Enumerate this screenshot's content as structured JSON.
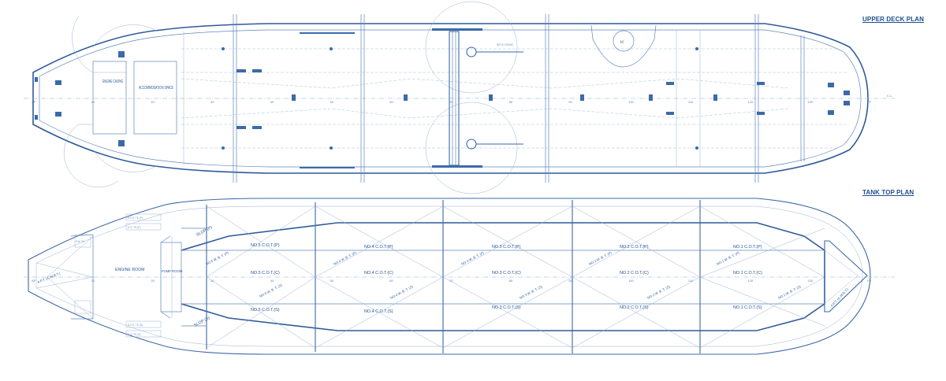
{
  "titles": {
    "upper": "UPPER DECK PLAN",
    "lower": "TANK TOP PLAN"
  },
  "deck_labels": {
    "engine_casing": "ENGINE CASING",
    "accommodation_space": "ACCOMMODATION SPACE",
    "helipad_mark": "H",
    "crane_tag": "DECK CRANE"
  },
  "tank_labels": {
    "engine_room": "ENGINE ROOM",
    "pump_room": "PUMP ROOM",
    "slop_p": "SLOP (P)",
    "slop_s": "SLOP (S)",
    "fpt": "F.P.T. (C.W.B.T.)",
    "apt": "A.P.T. (C.W.B.T.)",
    "cot": [
      [
        "NO.5 C.O.T.(P)",
        "NO.4 C.O.T.(P)",
        "NO.3 C.O.T.(P)",
        "NO.2 C.O.T.(P)",
        "NO.1 C.O.T.(P)"
      ],
      [
        "NO.5 C.O.T.(C)",
        "NO.4 C.O.T.(C)",
        "NO.3 C.O.T.(C)",
        "NO.2 C.O.T.(C)",
        "NO.1 C.O.T.(C)"
      ],
      [
        "NO.5 C.O.T.(S)",
        "NO.4 C.O.T.(S)",
        "NO.3 C.O.T.(S)",
        "NO.2 C.O.T.(S)",
        "NO.1 C.O.T.(S)"
      ]
    ],
    "wbt_p": [
      "NO.5 W. B. T. (P)",
      "NO.4 W. B. T. (P)",
      "NO.3 W. B. T. (P)",
      "NO.2 W. B. T. (P)",
      "NO.1 W. B. T. (P)"
    ],
    "wbt_s": [
      "NO.5 W. B. T. (S)",
      "NO.4 W. B. T. (S)",
      "NO.3 W. B. T. (S)",
      "NO.2 W. B. T. (S)",
      "NO.1 W. B. T. (S)"
    ],
    "fuel_tanks": [
      "H.F.O. TK (P)",
      "D.O. TK (P)",
      "H.F.O. TK (S)",
      "D.O. TK (S)",
      "F.W. TK"
    ]
  },
  "frame_numbers": [
    "AP",
    "10",
    "20",
    "30",
    "40",
    "50",
    "60",
    "70",
    "80",
    "90",
    "100",
    "110",
    "120",
    "130",
    "FP"
  ],
  "centerline_mark": "C.L."
}
